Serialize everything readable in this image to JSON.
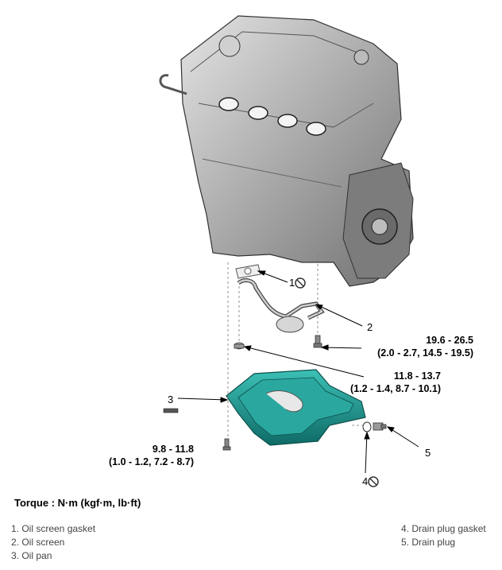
{
  "callouts": {
    "c1": "1",
    "c2": "2",
    "c3": "3",
    "c4": "4",
    "c5": "5"
  },
  "torques": {
    "t1_line1": "19.6 - 26.5",
    "t1_line2": "(2.0 - 2.7, 14.5 - 19.5)",
    "t2_line1": "11.8 - 13.7",
    "t2_line2": "(1.2 - 1.4, 8.7 - 10.1)",
    "t3_line1": "9.8 - 11.8",
    "t3_line2": "(1.0 - 1.2, 7.2 - 8.7)"
  },
  "torque_title": "Torque : N·m (kgf·m, lb·ft)",
  "legend_left": [
    "1. Oil screen gasket",
    "2. Oil screen",
    "3. Oil pan"
  ],
  "legend_right": [
    "4. Drain plug gasket",
    "5. Drain plug"
  ],
  "colors": {
    "oil_pan": "#1f9e96",
    "engine": "#9a9a9a",
    "leader": "#000000"
  },
  "icons": {
    "no_reuse": "no-reuse-icon"
  }
}
